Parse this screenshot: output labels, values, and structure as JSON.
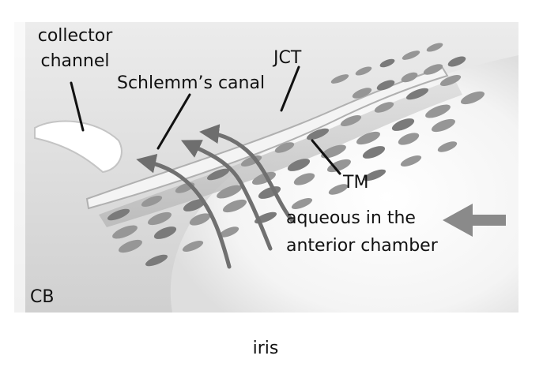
{
  "labels": {
    "collector_line1": "collector",
    "collector_line2": "channel",
    "schlemm": "Schlemm’s canal",
    "jct": "JCT",
    "tm": "TM",
    "aqueous_line1": "aqueous in the",
    "aqueous_line2": "anterior chamber",
    "cb": "CB",
    "iris": "iris"
  },
  "colors": {
    "tissue_light": "#e6e6e6",
    "tissue_mid": "#c8c8c8",
    "tissue_dark": "#8a8a8a",
    "arrow": "#707070",
    "text": "#111111"
  }
}
